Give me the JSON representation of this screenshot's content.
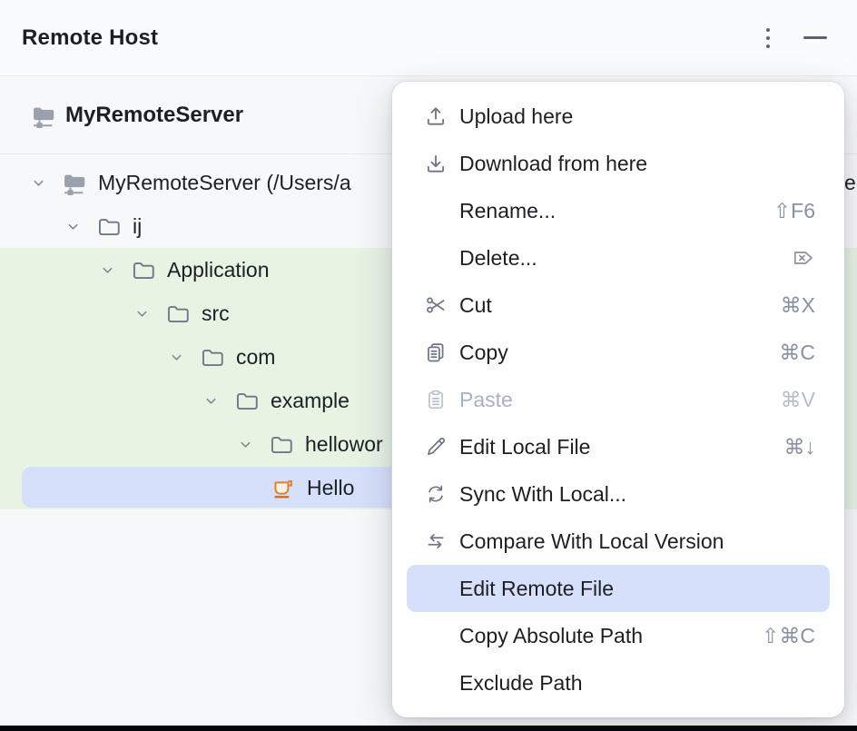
{
  "header": {
    "title": "Remote Host",
    "icons": [
      "kebab-menu-icon",
      "minimize-icon"
    ]
  },
  "server_bar": {
    "icon": "remote-server-icon",
    "label": "MyRemoteServer"
  },
  "tree": {
    "rows": [
      {
        "depth": 0,
        "icon": "remote-server-icon",
        "chevron": "chevron-down-icon",
        "label": "MyRemoteServer (/Users/a",
        "expanded": true
      },
      {
        "depth": 1,
        "icon": "folder-icon",
        "chevron": "chevron-down-icon",
        "label": "ij",
        "expanded": true
      },
      {
        "depth": 2,
        "icon": "folder-icon",
        "chevron": "chevron-down-icon",
        "label": "Application",
        "expanded": true,
        "green_background": true
      },
      {
        "depth": 3,
        "icon": "folder-icon",
        "chevron": "chevron-down-icon",
        "label": "src",
        "expanded": true,
        "green_background": true
      },
      {
        "depth": 4,
        "icon": "folder-icon",
        "chevron": "chevron-down-icon",
        "label": "com",
        "expanded": true,
        "green_background": true
      },
      {
        "depth": 5,
        "icon": "folder-icon",
        "chevron": "chevron-down-icon",
        "label": "example",
        "expanded": true,
        "green_background": true
      },
      {
        "depth": 6,
        "icon": "folder-icon",
        "chevron": "chevron-down-icon",
        "label": "hellowor",
        "expanded": true,
        "green_background": true
      },
      {
        "depth": 7,
        "icon": "java-class-icon",
        "label": "Hello",
        "selected": true,
        "green_background": true
      }
    ],
    "overflow_fragment": "er"
  },
  "menu": {
    "items": [
      {
        "label": "Upload here",
        "icon": "upload-icon",
        "shortcut": ""
      },
      {
        "label": "Download from here",
        "icon": "download-icon",
        "shortcut": ""
      },
      {
        "label": "Rename...",
        "icon": null,
        "shortcut": "⇧F6"
      },
      {
        "label": "Delete...",
        "icon": null,
        "shortcut": "",
        "shortcut_icon": "delete-forward-icon"
      },
      {
        "label": "Cut",
        "icon": "scissors-icon",
        "shortcut": "⌘X"
      },
      {
        "label": "Copy",
        "icon": "copy-icon",
        "shortcut": "⌘C"
      },
      {
        "label": "Paste",
        "icon": "clipboard-icon",
        "shortcut": "⌘V",
        "disabled": true
      },
      {
        "label": "Edit Local File",
        "icon": "pencil-icon",
        "shortcut": "⌘↓"
      },
      {
        "label": "Sync With Local...",
        "icon": "sync-icon",
        "shortcut": ""
      },
      {
        "label": "Compare With Local Version",
        "icon": "compare-arrows-icon",
        "shortcut": ""
      },
      {
        "label": "Edit Remote File",
        "icon": null,
        "shortcut": "",
        "highlighted": true
      },
      {
        "label": "Copy Absolute Path",
        "icon": null,
        "shortcut": "⇧⌘C"
      },
      {
        "label": "Exclude Path",
        "icon": null,
        "shortcut": ""
      }
    ]
  },
  "colors": {
    "panel_background": "#f7f8f9",
    "tree_green_highlight": "#e7f3e3",
    "tree_selection_blue": "#d6e0fa",
    "menu_highlight_blue": "#d7e0fb",
    "menu_background": "#ffffff",
    "text_primary": "#1d1f24",
    "text_shortcut": "#8a91a3",
    "text_disabled": "#a9b0c0",
    "icon_gray": "#6f7585",
    "java_icon_orange": "#dd8233",
    "server_icon_gray": "#9aa1ad"
  }
}
